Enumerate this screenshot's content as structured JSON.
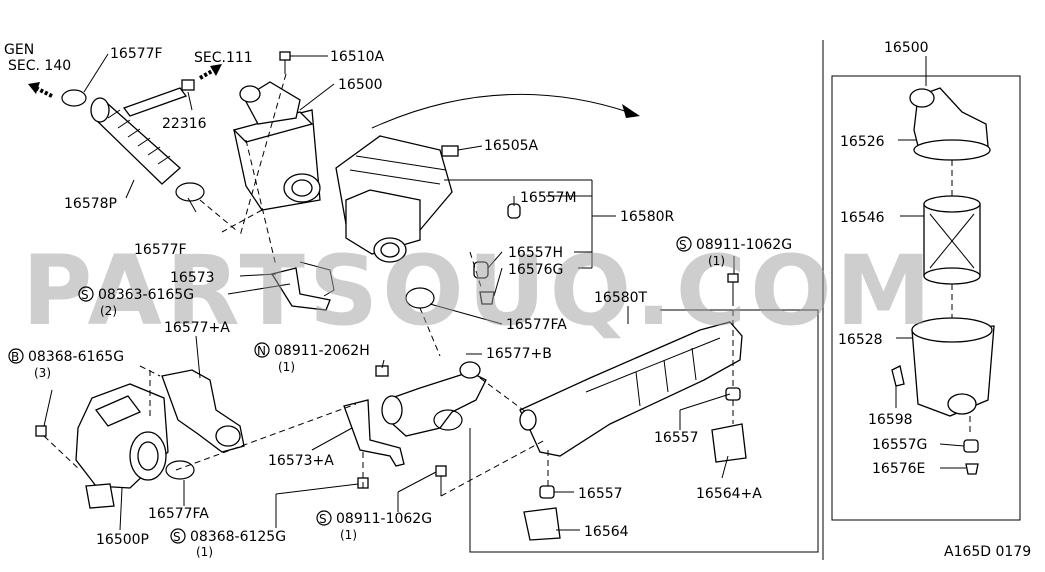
{
  "diagram_code": "A165D 0179",
  "watermark": "PARTSOUQ.COM",
  "labels": {
    "gen_sec": "GEN",
    "sec140": "SEC. 140",
    "sec111": "SEC.111",
    "p16577F_top": "16577F",
    "p16510A": "16510A",
    "p16500_main": "16500",
    "p16500_detail": "16500",
    "p22316": "22316",
    "p16505A": "16505A",
    "p16578P": "16578P",
    "p16557M": "16557M",
    "p16580R": "16580R",
    "p16577F_mid": "16577F",
    "p16557H": "16557H",
    "p16576G": "16576G",
    "p16573": "16573",
    "s08363": "08363-6165G",
    "s08363_qty": "(2)",
    "p16577FA_mid": "16577FA",
    "s08911_top": "08911-1062G",
    "s08911_top_qty": "(1)",
    "p16580T": "16580T",
    "p16577A": "16577+A",
    "b08368": "08368-6165G",
    "b08368_qty": "(3)",
    "n08911": "08911-2062H",
    "n08911_qty": "(1)",
    "p16577B": "16577+B",
    "p16573A": "16573+A",
    "p16557_mid": "16557",
    "p16557_low": "16557",
    "p16564A": "16564+A",
    "p16564": "16564",
    "p16577FA_low": "16577FA",
    "p16500P": "16500P",
    "s08368": "08368-6125G",
    "s08368_qty": "(1)",
    "s08911_low": "08911-1062G",
    "s08911_low_qty": "(1)",
    "p16526": "16526",
    "p16546": "16546",
    "p16528": "16528",
    "p16598": "16598",
    "p16557G": "16557G",
    "p16576E": "16576E"
  },
  "symbols": {
    "s": "S",
    "b": "B",
    "n": "N"
  }
}
